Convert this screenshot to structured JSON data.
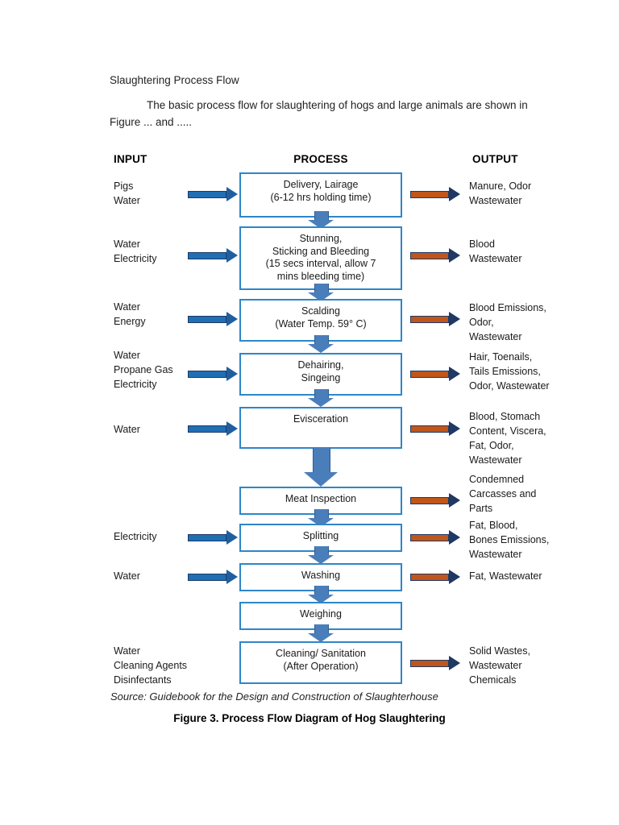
{
  "document": {
    "title": "Slaughtering Process Flow",
    "paragraph": "The basic process flow for slaughtering of hogs and large animals are shown in Figure ... and .....",
    "source": "Source: Guidebook for the Design and Construction of Slaughterhouse",
    "caption": "Figure 3. Process Flow Diagram of Hog Slaughtering"
  },
  "headers": {
    "input": "INPUT",
    "process": "PROCESS",
    "output": "OUTPUT"
  },
  "colors": {
    "box_border": "#2E86C8",
    "input_arrow": "#1F6FB5",
    "output_arrow": "#C0561B",
    "connector_arrow": "#4A7EBB",
    "text": "#1a1a1a"
  },
  "chart_data": {
    "type": "diagram",
    "title": "Figure 3. Process Flow Diagram of Hog Slaughtering",
    "columns": [
      "INPUT",
      "PROCESS",
      "OUTPUT"
    ],
    "steps": [
      {
        "id": "delivery-lairage",
        "inputs": [
          "Pigs",
          "Water"
        ],
        "process": [
          "Delivery, Lairage",
          "(6-12 hrs holding time)"
        ],
        "outputs": [
          "Manure, Odor",
          "Wastewater"
        ]
      },
      {
        "id": "stunning-bleeding",
        "inputs": [
          "Water",
          "Electricity"
        ],
        "process": [
          "Stunning,",
          "Sticking and Bleeding",
          "(15 secs interval, allow 7",
          "mins bleeding time)"
        ],
        "outputs": [
          "Blood",
          "Wastewater"
        ]
      },
      {
        "id": "scalding",
        "inputs": [
          "Water",
          "Energy"
        ],
        "process": [
          "Scalding",
          "(Water Temp. 59° C)"
        ],
        "outputs": [
          "Blood Emissions,",
          "Odor,",
          "Wastewater"
        ]
      },
      {
        "id": "dehairing-singeing",
        "inputs": [
          "Water",
          "Propane Gas",
          "Electricity"
        ],
        "process": [
          "Dehairing,",
          "Singeing"
        ],
        "outputs": [
          "Hair, Toenails,",
          "Tails Emissions,",
          "Odor, Wastewater"
        ]
      },
      {
        "id": "evisceration",
        "inputs": [
          "Water"
        ],
        "process": [
          "Evisceration"
        ],
        "outputs": [
          "Blood, Stomach",
          "Content, Viscera,",
          "Fat, Odor,",
          "Wastewater"
        ]
      },
      {
        "id": "meat-inspection",
        "inputs": [],
        "process": [
          "Meat Inspection"
        ],
        "outputs": [
          "Condemned",
          "Carcasses and",
          "Parts"
        ]
      },
      {
        "id": "splitting",
        "inputs": [
          "Electricity"
        ],
        "process": [
          "Splitting"
        ],
        "outputs": [
          "Fat, Blood,",
          "Bones Emissions,",
          "Wastewater"
        ]
      },
      {
        "id": "washing",
        "inputs": [
          "Water"
        ],
        "process": [
          "Washing"
        ],
        "outputs": [
          "Fat, Wastewater"
        ]
      },
      {
        "id": "weighing",
        "inputs": [],
        "process": [
          "Weighing"
        ],
        "outputs": []
      },
      {
        "id": "cleaning-sanitation",
        "inputs": [
          "Water",
          "Cleaning Agents",
          "Disinfectants"
        ],
        "process": [
          "Cleaning/ Sanitation",
          "(After Operation)"
        ],
        "outputs": [
          "Solid Wastes,",
          "Wastewater",
          "Chemicals"
        ]
      }
    ]
  }
}
